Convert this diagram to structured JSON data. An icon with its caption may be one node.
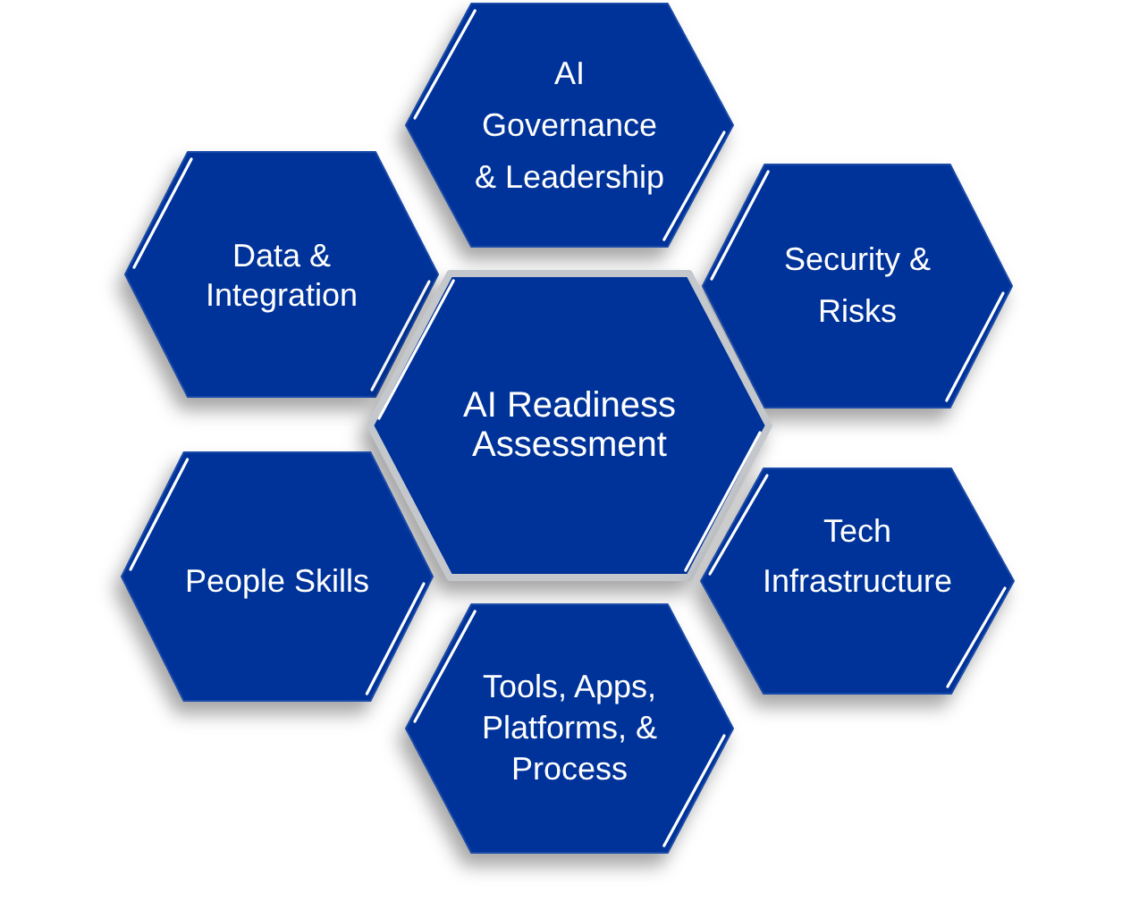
{
  "diagram": {
    "nodes": [
      {
        "text": [
          "AI Governance & Leadership"
        ]
      },
      {
        "text": [
          "Data & Integration"
        ]
      },
      {
        "text": [
          "Security & Risks"
        ]
      },
      {
        "text": [
          "AI Readiness Assessment"
        ]
      },
      {
        "text": [
          "People Skills"
        ]
      },
      {
        "text": [
          "Tech Infrastructure"
        ]
      },
      {
        "text": [
          "Tools, Apps, Platforms, & Process"
        ]
      }
    ]
  }
}
